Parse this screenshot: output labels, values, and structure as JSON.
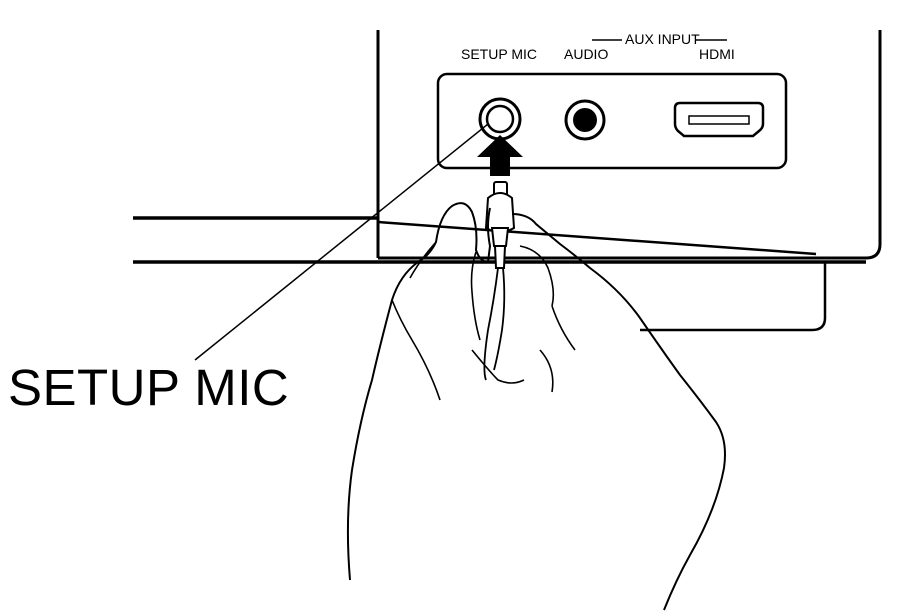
{
  "panel": {
    "setup_mic_label": "SETUP MIC",
    "aux_input_label": "AUX INPUT",
    "audio_label": "AUDIO",
    "hdmi_label": "HDMI"
  },
  "callout": {
    "label": "SETUP MIC"
  },
  "colors": {
    "line": "#000000",
    "background": "#ffffff"
  }
}
